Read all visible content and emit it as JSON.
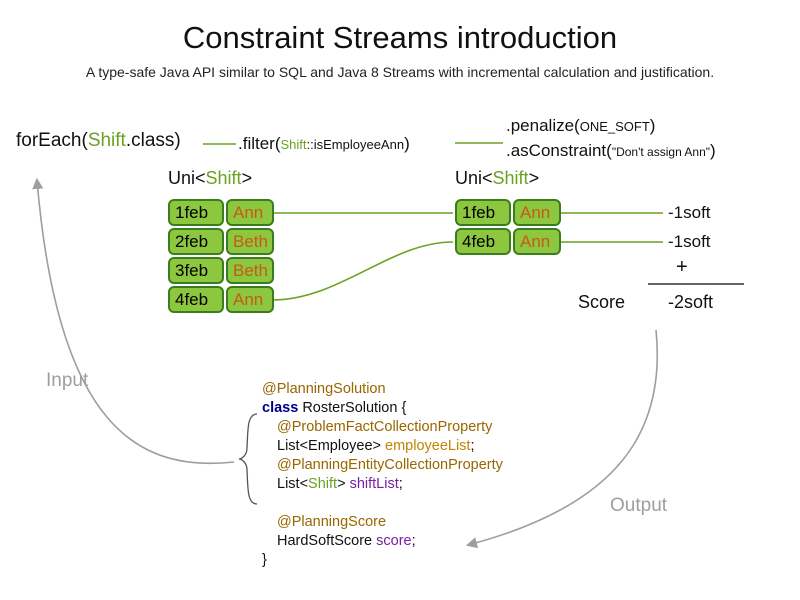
{
  "title": "Constraint Streams introduction",
  "subtitle": "A type-safe Java API similar to SQL and Java 8 Streams with incremental calculation and justification.",
  "flow": {
    "foreach_pre": "forEach(",
    "foreach_type": "Shift",
    "foreach_post": ".class)",
    "filter_pre": ".filter(",
    "filter_arg_type": "Shift",
    "filter_arg_rest": "::isEmployeeAnn",
    "filter_post": ")",
    "penalize_pre": ".penalize(",
    "penalize_arg": "ONE_SOFT",
    "penalize_post": ")",
    "asconstraint_pre": ".asConstraint(",
    "asconstraint_arg": "\"Don't assign Ann\"",
    "asconstraint_post": ")"
  },
  "left_table": {
    "label_pre": "Uni<",
    "label_type": "Shift",
    "label_post": ">",
    "rows": [
      {
        "date": "1feb",
        "name": "Ann"
      },
      {
        "date": "2feb",
        "name": "Beth"
      },
      {
        "date": "3feb",
        "name": "Beth"
      },
      {
        "date": "4feb",
        "name": "Ann"
      }
    ]
  },
  "right_table": {
    "label_pre": "Uni<",
    "label_type": "Shift",
    "label_post": ">",
    "rows": [
      {
        "date": "1feb",
        "name": "Ann"
      },
      {
        "date": "4feb",
        "name": "Ann"
      }
    ]
  },
  "score_panel": {
    "penalty1": "-1soft",
    "penalty2": "-1soft",
    "plus": "+",
    "score_label": "Score",
    "total": "-2soft"
  },
  "annotations": {
    "input": "Input",
    "output": "Output"
  },
  "code": {
    "lines": [
      {
        "indent": 0,
        "tokens": [
          {
            "text": "@PlanningSolution",
            "style": "ann"
          }
        ]
      },
      {
        "indent": 0,
        "tokens": [
          {
            "text": "class",
            "style": "kw"
          },
          {
            "text": " RosterSolution {",
            "style": "plain"
          }
        ]
      },
      {
        "indent": 1,
        "tokens": [
          {
            "text": "@ProblemFactCollectionProperty",
            "style": "ann"
          }
        ]
      },
      {
        "indent": 1,
        "tokens": [
          {
            "text": "List<Employee> ",
            "style": "plain"
          },
          {
            "text": "employeeList",
            "style": "gold"
          },
          {
            "text": ";",
            "style": "plain"
          }
        ]
      },
      {
        "indent": 1,
        "tokens": [
          {
            "text": "@PlanningEntityCollectionProperty",
            "style": "ann"
          }
        ]
      },
      {
        "indent": 1,
        "tokens": [
          {
            "text": "List<",
            "style": "plain"
          },
          {
            "text": "Shift",
            "style": "green"
          },
          {
            "text": "> ",
            "style": "plain"
          },
          {
            "text": "shiftList",
            "style": "purple"
          },
          {
            "text": ";",
            "style": "plain"
          }
        ]
      },
      {
        "indent": 1,
        "tokens": []
      },
      {
        "indent": 1,
        "tokens": [
          {
            "text": "@PlanningScore",
            "style": "ann"
          }
        ]
      },
      {
        "indent": 1,
        "tokens": [
          {
            "text": "HardSoftScore ",
            "style": "plain"
          },
          {
            "text": "score",
            "style": "purple"
          },
          {
            "text": ";",
            "style": "plain"
          }
        ]
      },
      {
        "indent": 0,
        "tokens": [
          {
            "text": "}",
            "style": "plain"
          }
        ]
      }
    ]
  },
  "colors": {
    "green_text": "#6aa121",
    "table_fill": "#8dc63f",
    "table_border": "#3a7d1f",
    "orange_text": "#c75b12",
    "annotation_gold": "#996600",
    "field_gold": "#c18401",
    "keyword_blue": "#00008b",
    "purple": "#7a1fa2",
    "gray": "#9e9e9e"
  }
}
